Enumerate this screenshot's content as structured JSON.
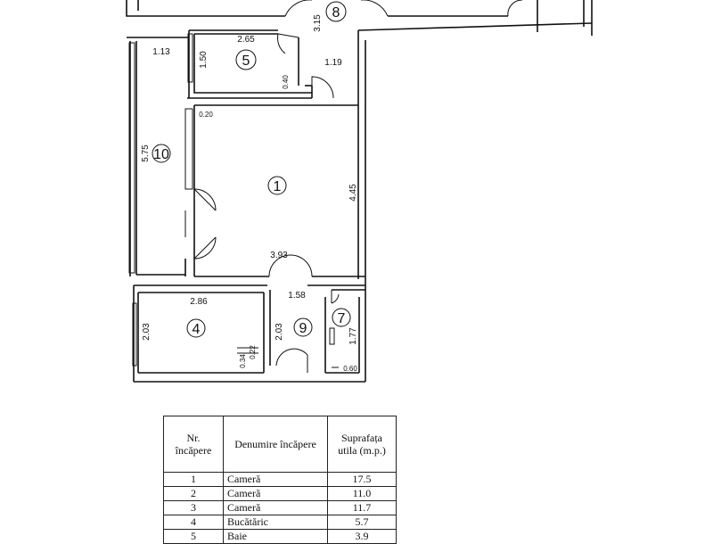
{
  "rooms": [
    {
      "id": "1",
      "dims": [
        "3.93",
        "4.45"
      ]
    },
    {
      "id": "4",
      "dims": [
        "2.86",
        "2.03"
      ]
    },
    {
      "id": "5",
      "dims": [
        "2.65",
        "1.50"
      ]
    },
    {
      "id": "7",
      "dims": [
        "1.77"
      ]
    },
    {
      "id": "8",
      "dims": [
        "3.15"
      ]
    },
    {
      "id": "9",
      "dims": [
        "1.58",
        "2.03"
      ]
    },
    {
      "id": "10",
      "dims": [
        "1.13",
        "5.75"
      ]
    }
  ],
  "other_dims": [
    "1.19",
    "0.40",
    "0.20",
    "0.22",
    "0.34",
    "0.60"
  ],
  "table": {
    "headers": [
      "Nr. încăpere",
      "Denumire încăpere",
      "Suprafața utila (m.p.)"
    ],
    "rows": [
      {
        "nr": "1",
        "name": "Cameră",
        "area": "17.5"
      },
      {
        "nr": "2",
        "name": "Cameră",
        "area": "11.0"
      },
      {
        "nr": "3",
        "name": "Cameră",
        "area": "11.7"
      },
      {
        "nr": "4",
        "name": "Bucătăric",
        "area": "5.7"
      },
      {
        "nr": "5",
        "name": "Baie",
        "area": "3.9"
      }
    ]
  }
}
